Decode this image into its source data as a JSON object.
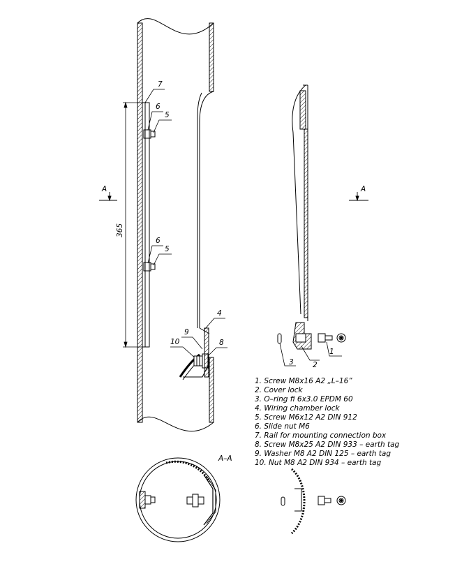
{
  "callouts": {
    "c7": "7",
    "c6_top": "6",
    "c5_top": "5",
    "c6_bottom": "6",
    "c5_bottom": "5",
    "c4": "4",
    "c9": "9",
    "c10": "10",
    "c8": "8",
    "c1": "1",
    "c2": "2",
    "c3": "3"
  },
  "dimension": "365",
  "section_marks": {
    "left": "A",
    "right": "A",
    "view_title": "A–A"
  },
  "legend": [
    "1. Screw M8x16 A2 „L–16”",
    "2. Cover lock",
    "3. O–ring fi 6x3.0 EPDM 60",
    "4. Wiring chamber lock",
    "5. Screw M6x12 A2 DIN 912",
    "6. Slide nut M6",
    "7. Rail for mounting connection box",
    "8. Screw M8x25 A2 DIN 933 – earth tag",
    "9. Washer M8 A2 DIN 125 – earth tag",
    "10. Nut M8 A2 DIN 934 – earth tag"
  ]
}
